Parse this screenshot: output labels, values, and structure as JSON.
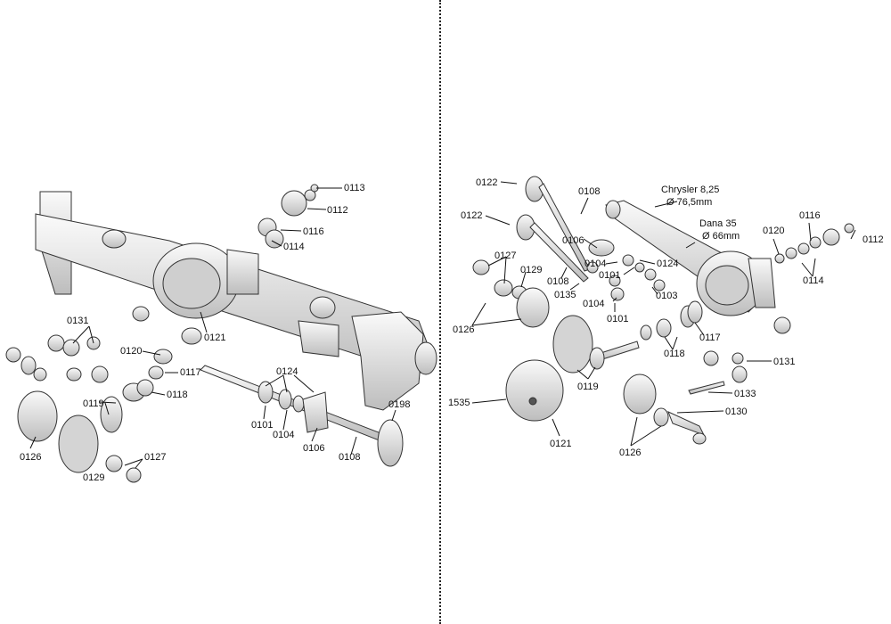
{
  "left": {
    "labels": [
      "0113",
      "0112",
      "0116",
      "0114",
      "0121",
      "0131",
      "0120",
      "0117",
      "0118",
      "0124",
      "0119",
      "0101",
      "0104",
      "0106",
      "0108",
      "0198",
      "0126",
      "0129",
      "0127"
    ]
  },
  "right": {
    "labels": [
      "0122",
      "0108",
      "0122",
      "0106",
      "0127",
      "0129",
      "0104",
      "0101",
      "0124",
      "0108",
      "0135",
      "0103",
      "0104",
      "0101",
      "0126",
      "0120",
      "0116",
      "0112",
      "0114",
      "0117",
      "0118",
      "0119",
      "0131",
      "1535",
      "0133",
      "0130",
      "0121",
      "0126"
    ],
    "notes": {
      "chrysler_name": "Chrysler 8,25",
      "chrysler_dia": "Ø 76,5mm",
      "dana_name": "Dana 35",
      "dana_dia": "Ø 66mm"
    }
  },
  "colors": {
    "line": "#333333",
    "fill": "#e8e8e8",
    "dark": "#9a9a9a"
  }
}
